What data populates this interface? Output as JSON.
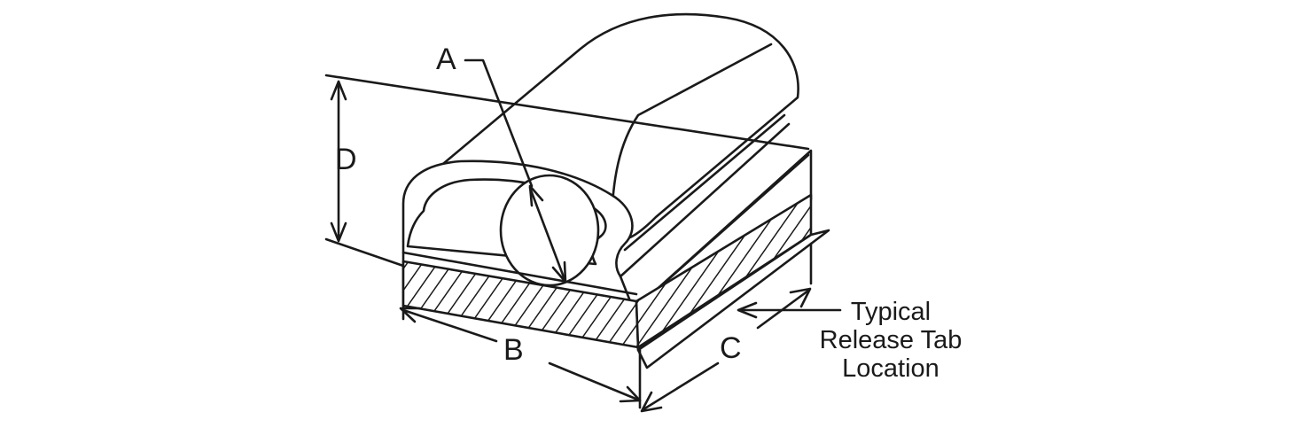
{
  "labels": {
    "a": "A",
    "b": "B",
    "c": "C",
    "d": "D",
    "note_line1": "Typical",
    "note_line2": "Release Tab",
    "note_line3": "Location"
  },
  "colors": {
    "stroke": "#1a1a1a",
    "background": "#ffffff",
    "shade": "#d9d9d9"
  }
}
